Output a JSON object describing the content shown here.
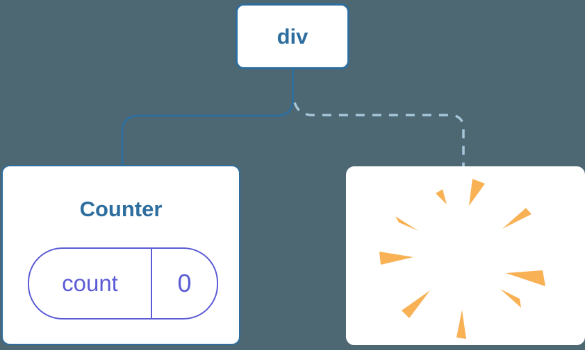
{
  "diagram": {
    "title": "component-tree",
    "root": {
      "label": "div"
    },
    "counter": {
      "title": "Counter",
      "state": {
        "key": "count",
        "value": "0"
      }
    },
    "removed": {
      "icon": "poof-burst-icon"
    },
    "edges": [
      {
        "from": "div",
        "to": "Counter",
        "style": "solid"
      },
      {
        "from": "div",
        "to": "removed-node",
        "style": "dashed"
      }
    ]
  },
  "colors": {
    "background": "#4d6773",
    "node_fill": "#ffffff",
    "node_border": "#2e6e9e",
    "node_text": "#2e6e9e",
    "state_accent": "#5b5bd6",
    "connector_solid": "#2e6e9e",
    "connector_dashed": "#a5c6da",
    "burst": "#f8b154"
  }
}
